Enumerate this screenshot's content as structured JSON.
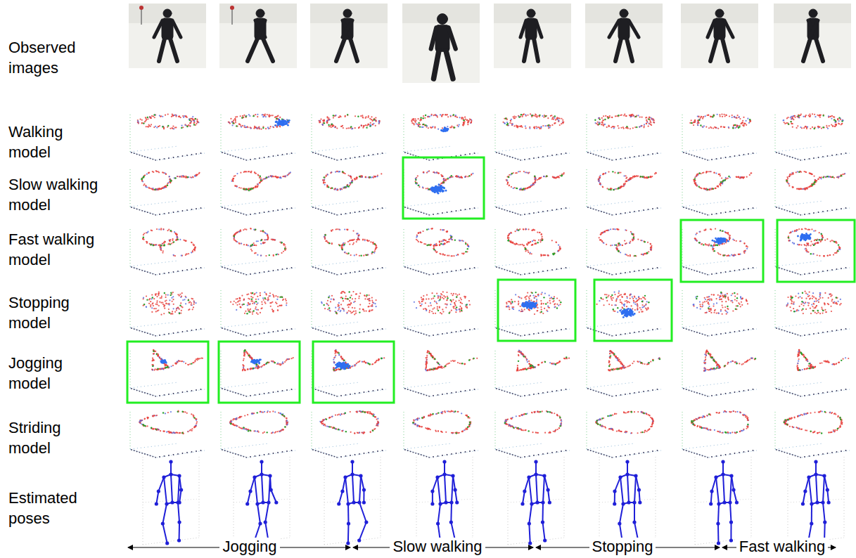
{
  "diagram": {
    "labels": [
      "Observed images",
      "Walking model",
      "Slow walking model",
      "Fast walking model",
      "Stopping model",
      "Jogging model",
      "Striding model",
      "Estimated poses",
      "Jogging",
      "Slow walking",
      "Stopping",
      "Fast walking"
    ]
  }
}
